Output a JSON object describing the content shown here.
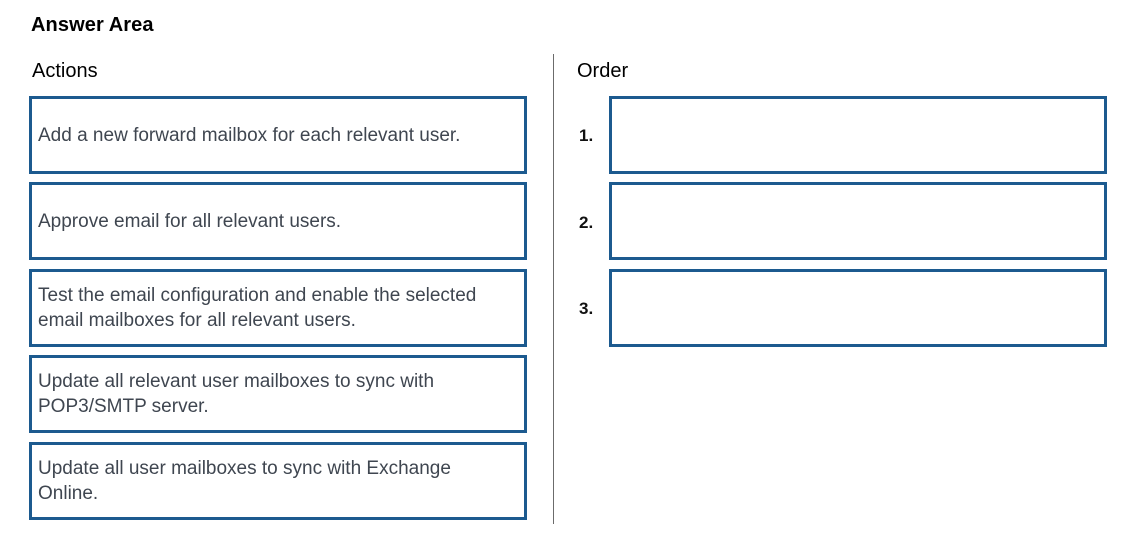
{
  "title": "Answer Area",
  "actions_heading": "Actions",
  "order_heading": "Order",
  "actions": [
    "Add a new forward mailbox for each relevant user.",
    "Approve email for all relevant users.",
    "Test the email configuration and enable the selected email mailboxes for all relevant users.",
    "Update all relevant user mailboxes to sync with POP3/SMTP server.",
    "Update all user mailboxes to sync with Exchange Online."
  ],
  "order_numbers": [
    "1.",
    "2.",
    "3."
  ],
  "colors": {
    "box_border": "#1c5a8f",
    "text": "#3f4650"
  }
}
